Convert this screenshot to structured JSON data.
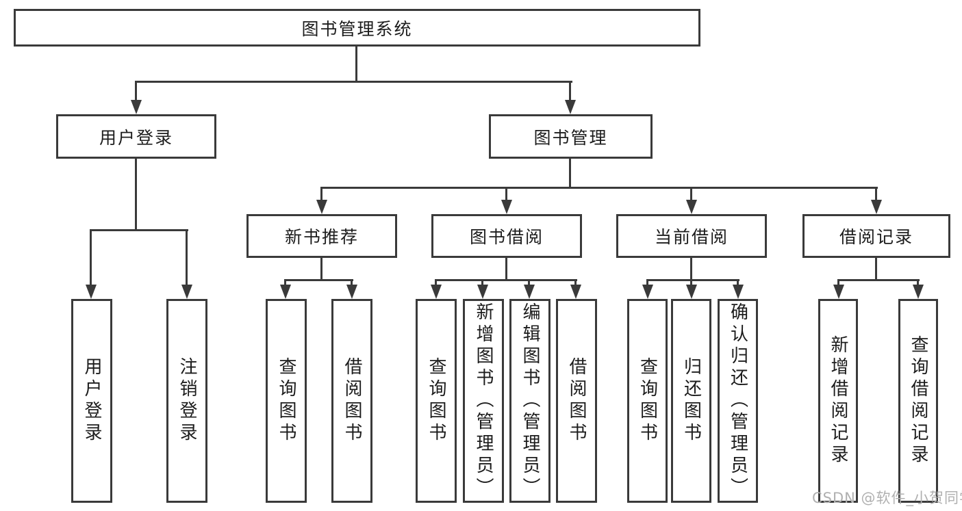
{
  "colors": {
    "line": "#3a3a3a",
    "text": "#1c1c1c",
    "watermark": "#b0b0b0",
    "background": "#ffffff"
  },
  "watermark": {
    "text": "CSDN @软件_小贺同学"
  },
  "tree": {
    "label": "图书管理系统",
    "children": [
      {
        "label": "用户登录",
        "children": [
          {
            "label": "用户登录"
          },
          {
            "label": "注销登录"
          }
        ]
      },
      {
        "label": "图书管理",
        "children": [
          {
            "label": "新书推荐",
            "children": [
              {
                "label": "查询图书"
              },
              {
                "label": "借阅图书"
              }
            ]
          },
          {
            "label": "图书借阅",
            "children": [
              {
                "label": "查询图书"
              },
              {
                "label": "新增图书（管理员）"
              },
              {
                "label": "编辑图书（管理员）"
              },
              {
                "label": "借阅图书"
              }
            ]
          },
          {
            "label": "当前借阅",
            "children": [
              {
                "label": "查询图书"
              },
              {
                "label": "归还图书"
              },
              {
                "label": "确认归还（管理员）"
              }
            ]
          },
          {
            "label": "借阅记录",
            "children": [
              {
                "label": "新增借阅记录"
              },
              {
                "label": "查询借阅记录"
              }
            ]
          }
        ]
      }
    ]
  }
}
